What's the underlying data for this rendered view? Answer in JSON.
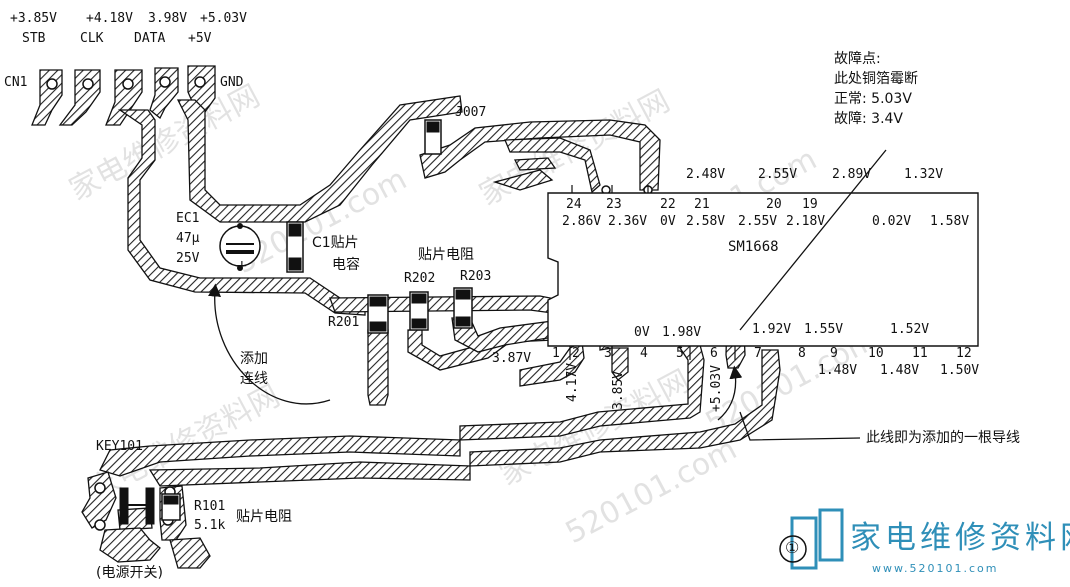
{
  "connector": {
    "name": "CN1",
    "ground": "GND",
    "pins": [
      {
        "signal": "STB",
        "voltage": "+3.85V"
      },
      {
        "signal": "CLK",
        "voltage": "+4.18V"
      },
      {
        "signal": "DATA",
        "voltage": "3.98V"
      },
      {
        "signal": "+5V",
        "voltage": "+5.03V"
      }
    ]
  },
  "components": {
    "j007": "J007",
    "ec1_name": "EC1",
    "ec1_cap": "47μ",
    "ec1_volt": "25V",
    "c1_line1": "C1贴片",
    "c1_line2": "电容",
    "smd_resistor_title": "贴片电阻",
    "r201": "R201",
    "r202": "R202",
    "r203": "R203",
    "key101": "KEY101",
    "r101": "R101",
    "r101_value": "5.1k",
    "r101_desc": "贴片电阻",
    "power_switch": "(电源开关)",
    "add_wire": [
      "添加",
      "连线"
    ],
    "ic_name": "SM1668",
    "ic_pin1_mark": "1"
  },
  "fault_note": {
    "lines": [
      "故障点:",
      "此处铜箔霉断",
      "正常: 5.03V",
      "故障: 3.4V"
    ]
  },
  "added_wire_note": "此线即为添加的一根导线",
  "ic_top_pins": [
    "24",
    "23",
    "22",
    "21",
    "20",
    "19"
  ],
  "ic_top_voltages_upper": [
    "2.48V",
    "2.55V",
    "2.89V",
    "1.32V"
  ],
  "ic_top_voltages_lower": [
    "2.86V",
    "2.36V",
    "0V",
    "2.58V",
    "2.55V",
    "2.18V",
    "0.02V",
    "1.58V"
  ],
  "ic_bottom_pins": [
    "2",
    "3",
    "4",
    "5",
    "6",
    "7",
    "8",
    "9",
    "10",
    "11",
    "12"
  ],
  "ic_bottom_voltages_upper": [
    "0V",
    "1.98V",
    "1.92V",
    "1.55V",
    "1.52V"
  ],
  "ic_bottom_voltages_lower": [
    "1.48V",
    "1.48V",
    "1.50V"
  ],
  "trace_voltages": {
    "pin2": "4.17V",
    "pin3": "3.85V",
    "pin6": "+5.03V",
    "r_node": "3.87V"
  },
  "watermarks": [
    "家电维修资料网",
    "520101.com"
  ],
  "logo": {
    "title": "家电维修资料网",
    "url": "www.520101.com"
  },
  "figure_number": "①"
}
